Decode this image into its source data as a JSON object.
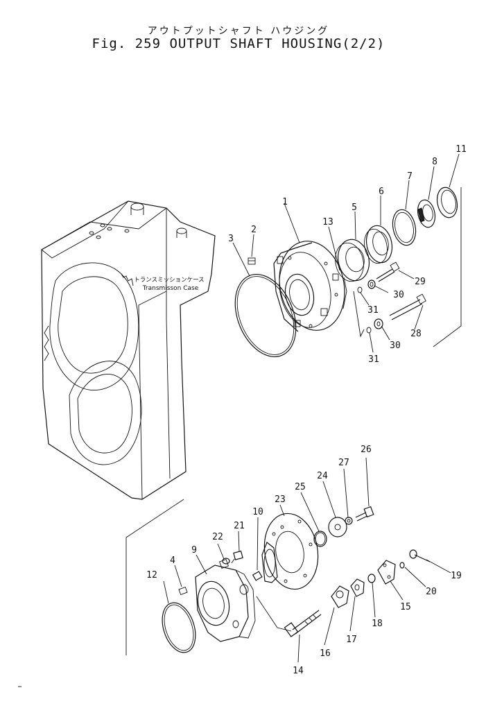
{
  "header": {
    "title_jp": "アウトプットシャフト ハウジング",
    "title_en": "Fig. 259 OUTPUT SHAFT HOUSING(2/2)"
  },
  "case_label": {
    "jp": "トランスミッションケース",
    "en": "Transmisson Case"
  },
  "part_numbers": [
    "1",
    "2",
    "3",
    "4",
    "5",
    "6",
    "7",
    "8",
    "9",
    "10",
    "11",
    "12",
    "13",
    "14",
    "15",
    "16",
    "17",
    "18",
    "19",
    "20",
    "21",
    "22",
    "23",
    "24",
    "25",
    "26",
    "27",
    "28",
    "29",
    "30",
    "30",
    "31",
    "31"
  ]
}
